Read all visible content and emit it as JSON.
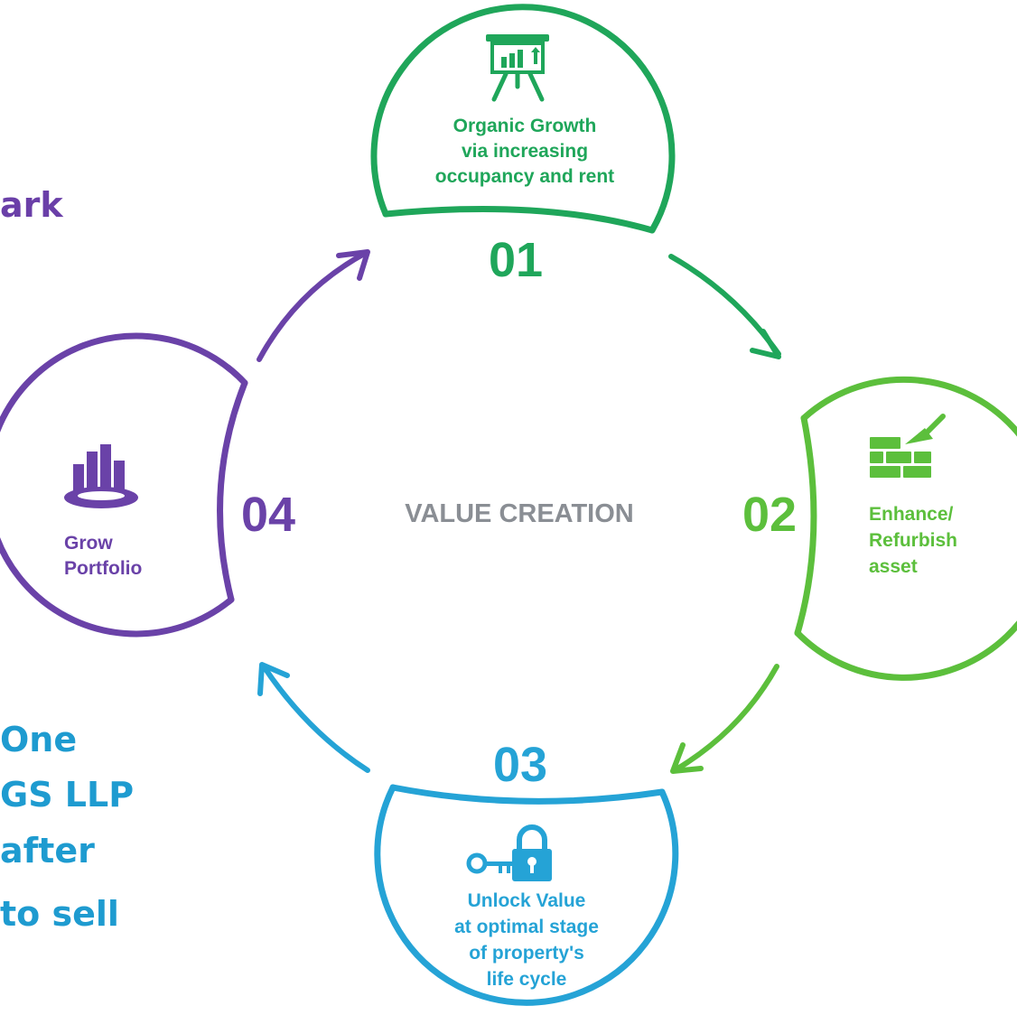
{
  "side_text": {
    "top": "ark",
    "bottom_lines": [
      "One",
      "GS LLP",
      "after",
      "to sell"
    ]
  },
  "center_label": "VALUE CREATION",
  "stages": [
    {
      "number": "01",
      "lines": [
        "Organic Growth",
        "via increasing",
        "occupancy and rent"
      ],
      "color": "#1fa65a",
      "icon": "chart-presentation-icon"
    },
    {
      "number": "02",
      "lines": [
        "Enhance/",
        "Refurbish",
        "asset"
      ],
      "color": "#5cbf3c",
      "icon": "brick-wall-trowel-icon"
    },
    {
      "number": "03",
      "lines": [
        "Unlock Value",
        "at optimal stage",
        "of property's",
        "life cycle"
      ],
      "color": "#25a3d6",
      "icon": "key-lock-icon"
    },
    {
      "number": "04",
      "lines": [
        "Grow",
        "Portfolio"
      ],
      "color": "#6a42a8",
      "icon": "buildings-icon"
    }
  ],
  "colors": {
    "green_dark": "#1fa65a",
    "green_light": "#5cbf3c",
    "blue": "#25a3d6",
    "purple": "#6a42a8",
    "center_gray": "#8a8e94"
  }
}
